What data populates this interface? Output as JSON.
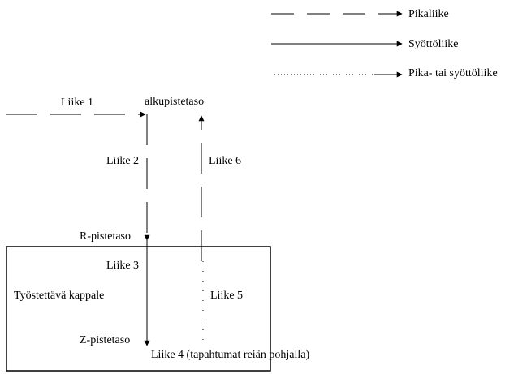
{
  "legend": {
    "rapid": "Pikaliike",
    "feed": "Syöttöliike",
    "either": "Pika- tai syöttöliike"
  },
  "labels": {
    "move1": "Liike 1",
    "start_level": "alkupistetaso",
    "move2": "Liike 2",
    "move6": "Liike 6",
    "r_level": "R-pistetaso",
    "move3": "Liike 3",
    "workpiece": "Työstettävä kappale",
    "move5": "Liike 5",
    "z_level": "Z-pistetaso",
    "move4": "Liike 4 (tapahtumat reiän pohjalla)"
  },
  "colors": {
    "ink": "#000000",
    "background": "#ffffff"
  }
}
